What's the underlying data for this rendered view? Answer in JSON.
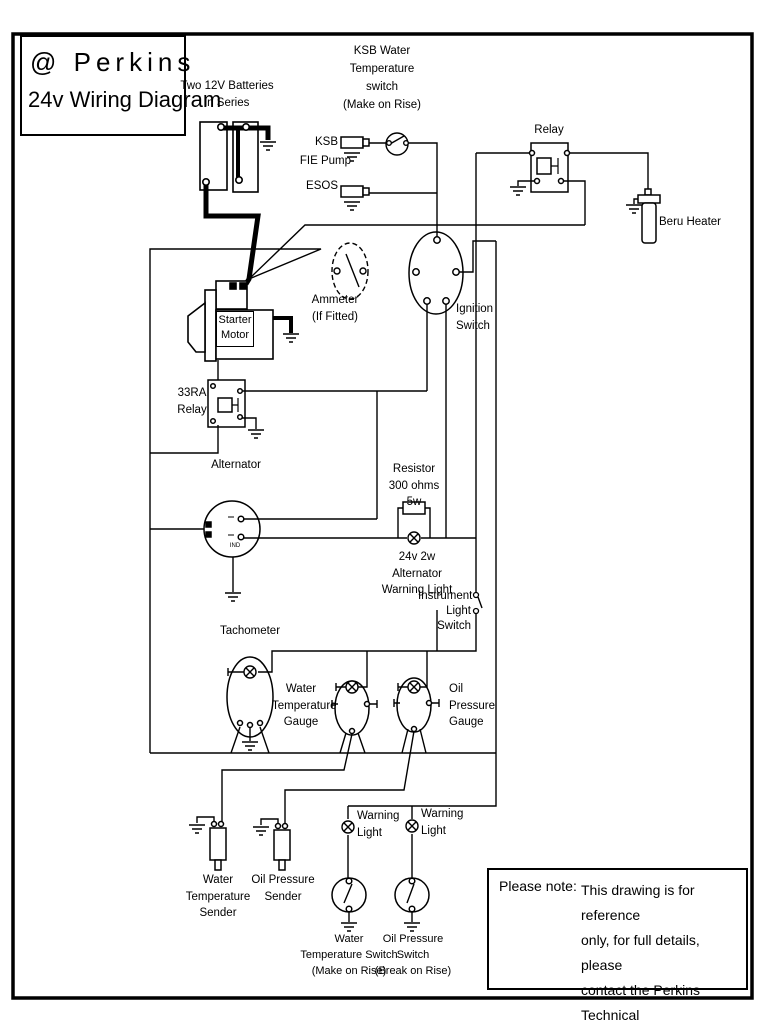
{
  "page": {
    "background": "#ffffff",
    "line_color": "#000000"
  },
  "title": {
    "line1": "@ Perkins",
    "line2": "24v Wiring Diagram"
  },
  "labels": {
    "batteries": "Two 12V Batteries\nin Series",
    "ksb_switch": "KSB Water\nTemperature\nswitch\n(Make on Rise)",
    "ksb": "KSB",
    "fie_pump": "FIE Pump",
    "esos": "ESOS",
    "relay": "Relay",
    "beru_heater": "Beru Heater",
    "starter_motor": "Starter\nMotor",
    "ammeter": "Ammeter\n(If Fitted)",
    "ignition_switch": "Ignition\nSwitch",
    "rra_relay": "33RA\nRelay",
    "alternator": "Alternator",
    "alternator_ind_terminal": "IND",
    "resistor": "Resistor\n300 ohms 5w",
    "alt_warning_light": "24v 2w Alternator\nWarning Light",
    "instrument_light_switch": "Instrument\nLight Switch",
    "tachometer": "Tachometer",
    "water_temp_gauge": "Water\nTemperature\nGauge",
    "oil_pressure_gauge": "Oil\nPressure\nGauge",
    "water_temp_sender": "Water\nTemperature\nSender",
    "oil_pressure_sender": "Oil Pressure\nSender",
    "warning_light_1": "Warning\nLight",
    "warning_light_2": "Warning\nLight",
    "water_temp_switch": "Water\nTemperature Switch\n(Make on Rise)",
    "oil_pressure_switch": "Oil Pressure\nSwitch\n(Break on Rise)"
  },
  "note": {
    "prefix": "Please note:",
    "text": "This drawing is for reference\nonly, for full details, please\ncontact the Perkins Technical\nSupport Centre"
  }
}
